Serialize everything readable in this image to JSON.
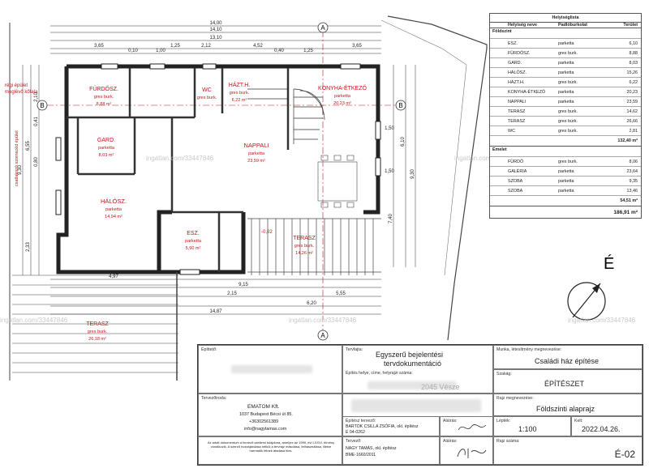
{
  "schedule": {
    "title": "Helyiséglista",
    "headers": {
      "name": "Helyiség neve",
      "floor": "Padlóburkolat",
      "area": "Terület"
    },
    "ground_label": "Földszint",
    "ground_rows": [
      {
        "name": "ESZ.",
        "floor": "parketta",
        "area": "6,10"
      },
      {
        "name": "FÜRDŐSZ.",
        "floor": "gres burk.",
        "area": "8,88"
      },
      {
        "name": "GARD.",
        "floor": "parketta",
        "area": "8,03"
      },
      {
        "name": "HÁLÓSZ.",
        "floor": "parketta",
        "area": "15,26"
      },
      {
        "name": "HÁZT.H.",
        "floor": "gres burk.",
        "area": "6,22"
      },
      {
        "name": "KONYHA-ÉTKEZŐ",
        "floor": "parketta",
        "area": "20,23"
      },
      {
        "name": "NAPPALI",
        "floor": "parketta",
        "area": "23,59"
      },
      {
        "name": "TERASZ",
        "floor": "gres burk.",
        "area": "14,62"
      },
      {
        "name": "TERASZ",
        "floor": "gres burk.",
        "area": "26,66"
      },
      {
        "name": "WC",
        "floor": "gres burk.",
        "area": "2,81"
      }
    ],
    "ground_sum": "132,40 m²",
    "upper_label": "Emelet",
    "upper_rows": [
      {
        "name": "FÜRDŐ",
        "floor": "gres burk.",
        "area": "8,06"
      },
      {
        "name": "GALÉRIA",
        "floor": "parketta",
        "area": "23,64"
      },
      {
        "name": "SZOBA",
        "floor": "parketta",
        "area": "9,35"
      },
      {
        "name": "SZOBA",
        "floor": "parketta",
        "area": "13,46"
      }
    ],
    "upper_sum": "54,51 m²",
    "total": "186,91 m²"
  },
  "rooms": {
    "furdosz": {
      "name": "FÜRDŐSZ.",
      "floor": "gres burk.",
      "area": "8,88 m²"
    },
    "wc": {
      "name": "WC",
      "floor": "gres burk."
    },
    "haztn": {
      "name": "HÁZT.H.",
      "floor": "gres burk.",
      "area": "6,22 m²"
    },
    "konyha": {
      "name": "KONYHA-ÉTKEZŐ",
      "floor": "parketta",
      "area": "20,23 m²"
    },
    "gard": {
      "name": "GARD.",
      "floor": "parketta",
      "area": "8,03 m²"
    },
    "nappali": {
      "name": "NAPPALI",
      "floor": "parketta",
      "area": "23,59 m²"
    },
    "halosz": {
      "name": "HÁLÓSZ.",
      "floor": "parketta",
      "area": "14,94 m²"
    },
    "esz": {
      "name": "ESZ.",
      "floor": "parketta",
      "area": "5,90 m²"
    },
    "terasz1": {
      "name": "TERASZ",
      "floor": "gres burk.",
      "area": "14,26 m²"
    },
    "terasz2": {
      "name": "TERASZ",
      "floor": "gres burk.",
      "area": "26,18 m²"
    }
  },
  "notes": {
    "old_building_1": "régi épület",
    "old_building_2": "meglévő kőfala",
    "neighbor": "csatlakozó szomszéd épület",
    "level": "-0,02"
  },
  "axes": {
    "a": "A",
    "b": "B"
  },
  "north": "É",
  "dims_top": [
    "14,00",
    "14,10",
    "13,10",
    "3,65",
    "1,25",
    "2,12",
    "4,52",
    "3,65",
    "0,10",
    "1,00",
    "0,40",
    "1,25"
  ],
  "dims_bottom": [
    "4,97",
    "9,15",
    "5,55",
    "2,15",
    "6,20",
    "14,87"
  ],
  "dims_left": [
    "9,30",
    "6,55",
    "2,10",
    "0,41",
    "0,80",
    "2,33"
  ],
  "dims_right": [
    "6,10",
    "9,30",
    "7,40",
    "1,50",
    "1,50"
  ],
  "watermarks": [
    "ingatlan.com/33447846",
    "ingatlan.com/33447846",
    "ingatlan.com/33447846",
    "ingatlan.com/33447846",
    "ingatlan.com/33447846"
  ],
  "titleblock": {
    "epitteto_label": "Építtető:",
    "tervfajta_label": "Tervfajta:",
    "tervfajta_1": "Egyszerű bejelentési",
    "tervfajta_2": "tervdokumentáció",
    "munka_label": "Munka, létesítmény megnevezése:",
    "munka": "Családi ház építése",
    "hely_label": "Építés helye, címe, helyrajzi száma:",
    "hely_partial": "2045 Vésze",
    "szakag_label": "Szakág:",
    "szakag": "ÉPÍTÉSZET",
    "tervezoiroda_label": "Tervezőiroda:",
    "iroda_name": "EMATOM Kft.",
    "iroda_addr": "1037 Budapest Bécsi út 85.",
    "iroda_tel": "+36302561389",
    "iroda_mail": "info@nagytamas.com",
    "rajz_label": "Rajz megnevezése:",
    "rajz": "Földszinti alaprajz",
    "epitesz_label": "Építész tervező:",
    "epitesz_name": "BARTOK CSILLA ZSÓFIA, okl. építész",
    "epitesz_reg": "É 04-0262",
    "alairas_label": "Aláírás:",
    "lepték_label": "Lépték:",
    "lepték": "1:100",
    "kelt_label": "Kelt:",
    "kelt": "2022.04.26.",
    "tervezo_label": "Tervező:",
    "tervezo_name": "NAGY TAMÁS, okl. építész",
    "tervezo_reg": "BME-1660/2011",
    "alairas2_label": "Aláírás:",
    "rajzszam_label": "Rajz száma:",
    "rajzszam": "É-02",
    "copyright": "Az adott dokumentum a tervező szellemi tulajdona, amelyre az 1999. évi LXXVI. törvény vonatkozik. A szerző hozzájárulása nélkül a tervrajz másolása, felhasználása, illetve harmadik félnek átadása tilos."
  }
}
